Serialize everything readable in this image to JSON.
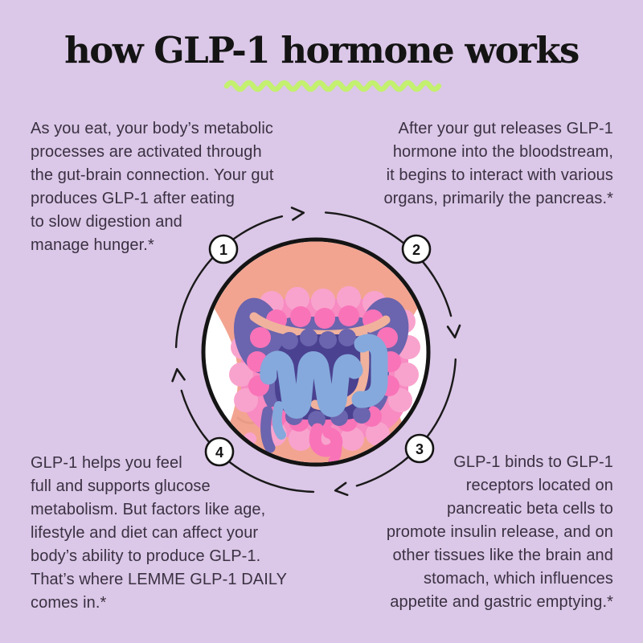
{
  "title": "how GLP-1 hormone works",
  "steps": [
    {
      "number": "1",
      "text": "As you eat, your body’s metabolic\nprocesses are activated through\nthe gut-brain connection. Your gut\nproduces GLP-1 after eating\nto slow digestion and\nmanage hunger.*"
    },
    {
      "number": "2",
      "text": "After your gut releases GLP-1\nhormone into the bloodstream,\nit begins to interact with various\norgans, primarily the pancreas.*"
    },
    {
      "number": "3",
      "text": "GLP-1 binds to GLP-1\nreceptors located on\npancreatic beta cells to\npromote insulin release, and on\nother tissues like the brain and\nstomach, which influences\nappetite and gastric emptying.*"
    },
    {
      "number": "4",
      "text": "GLP-1 helps you feel\nfull and supports glucose\nmetabolism. But factors like age,\nlifestyle and diet can affect your\nbody’s ability to produce GLP-1.\nThat’s where LEMME GLP-1 DAILY\ncomes in.*"
    }
  ],
  "illustration": {
    "subject": "abdomen with large and small intestines inside a circular badge",
    "flow": "clockwise numbered cycle 1-2-3-4 with arrows"
  },
  "colors": {
    "background": "#DBC7E7",
    "text": "#3A3142",
    "title": "#141414",
    "wave_green": "#C3F06F",
    "outline": "#141414",
    "skin": "#F2A491",
    "colon_pink": "#F78BC2",
    "colon_pink_light": "#F8A3CD",
    "colon_pink_hot": "#F973B8",
    "intestine_purple": "#6B64AE",
    "intestine_purple_dark": "#4A4190",
    "small_intestine_blue": "#85A9DC",
    "ribbon_peach": "#F0B29D",
    "badge_fill": "#FFFFFF"
  }
}
